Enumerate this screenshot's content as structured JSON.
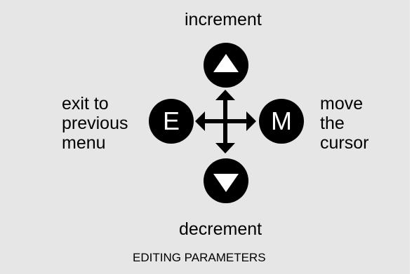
{
  "labels": {
    "increment": "increment",
    "decrement": "decrement",
    "exit": [
      "exit to",
      "previous",
      "menu"
    ],
    "move": [
      "move",
      "the",
      "cursor"
    ]
  },
  "buttons": {
    "exit_letter": "E",
    "mode_letter": "M",
    "up_icon": "triangle-up-icon",
    "down_icon": "triangle-down-icon"
  },
  "caption": "EDITING PARAMETERS",
  "colors": {
    "panel": "#e6e6e6",
    "button": "#000000",
    "glyph": "#ffffff"
  }
}
